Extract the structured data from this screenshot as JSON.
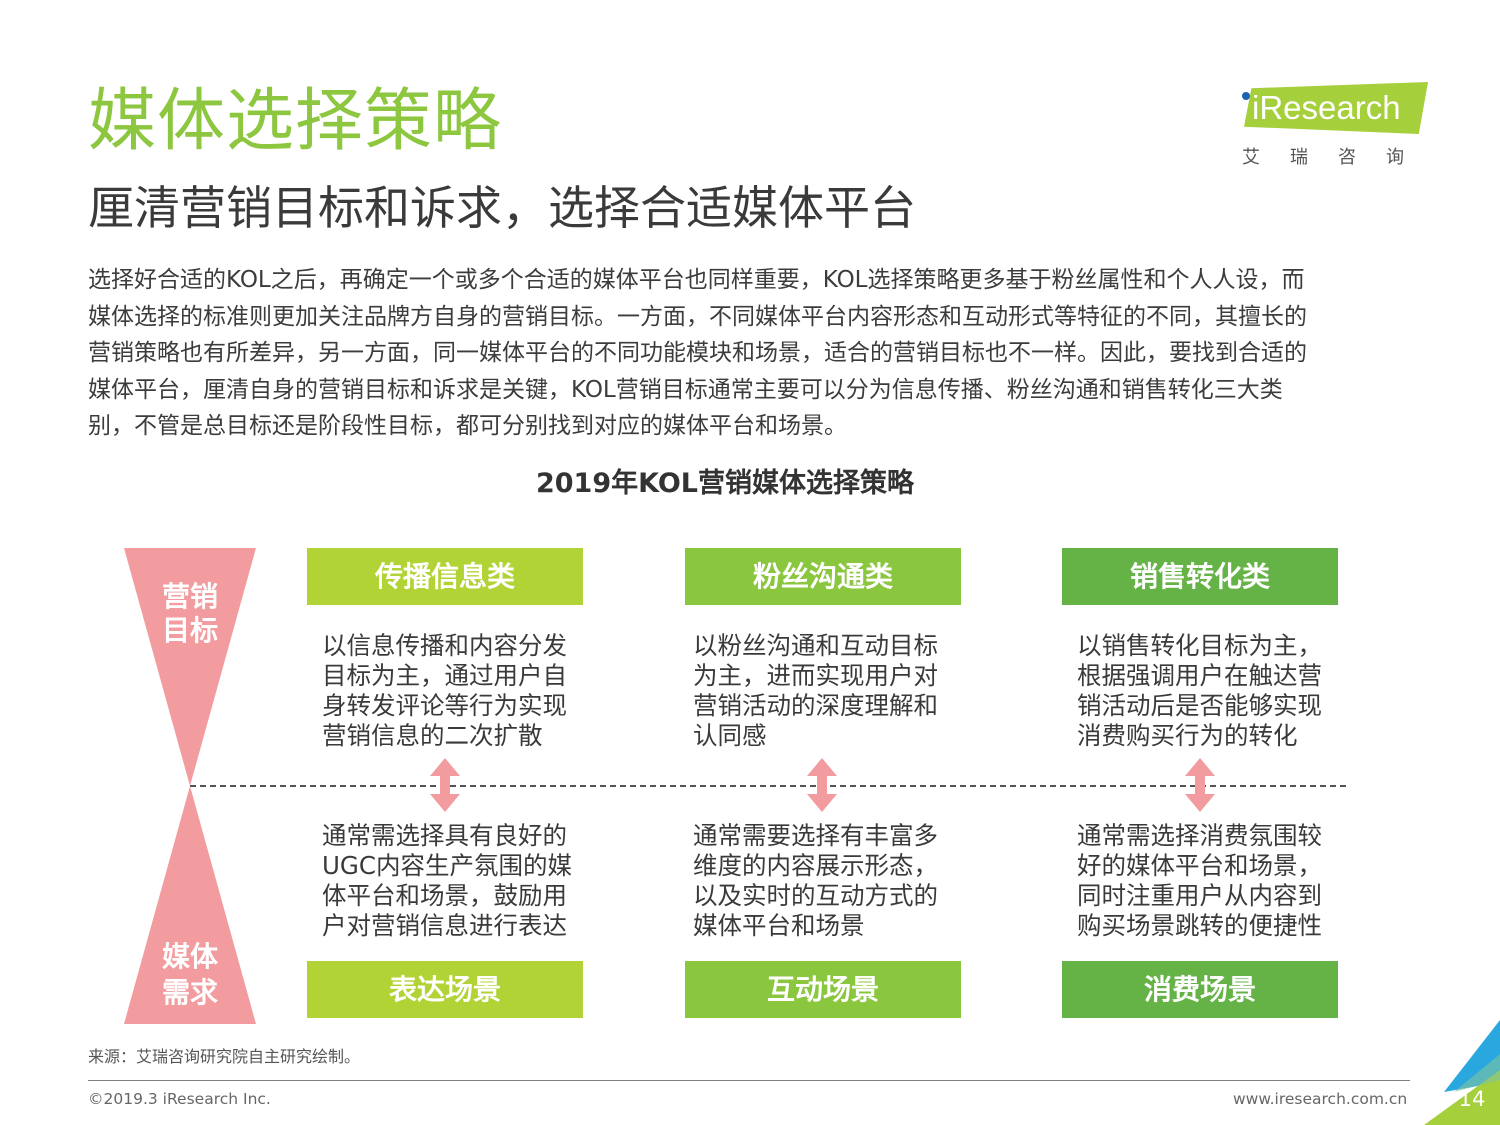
{
  "header": {
    "title": "媒体选择策略",
    "subtitle": "厘清营销目标和诉求，选择合适媒体平台"
  },
  "logo": {
    "text": "iResearch",
    "cn": "艾瑞咨询",
    "band_color": "#a5cf3b",
    "dot_color": "#1d63b0"
  },
  "intro_lines": [
    "选择好合适的KOL之后，再确定一个或多个合适的媒体平台也同样重要，KOL选择策略更多基于粉丝属性和个人人设，而",
    "媒体选择的标准则更加关注品牌方自身的营销目标。一方面，不同媒体平台内容形态和互动形式等特征的不同，其擅长的",
    "营销策略也有所差异，另一方面，同一媒体平台的不同功能模块和场景，适合的营销目标也不一样。因此，要找到合适的",
    "媒体平台，厘清自身的营销目标和诉求是关键，KOL营销目标通常主要可以分为信息传播、粉丝沟通和销售转化三大类",
    "别，不管是总目标还是阶段性目标，都可分别找到对应的媒体平台和场景。"
  ],
  "diagram": {
    "title": "2019年KOL营销媒体选择策略",
    "top_label": [
      "营销",
      "目标"
    ],
    "bottom_label": [
      "媒体",
      "需求"
    ],
    "hourglass_color": "#f29c9f",
    "columns": [
      {
        "goal": "传播信息类",
        "goal_desc": [
          "以信息传播和内容分发",
          "目标为主，通过用户自",
          "身转发评论等行为实现",
          "营销信息的二次扩散"
        ],
        "need_desc": [
          "通常需选择具有良好的",
          "UGC内容生产氛围的媒",
          "体平台和场景，鼓励用",
          "户对营销信息进行表达"
        ],
        "scene": "表达场景",
        "color": "#b1d335"
      },
      {
        "goal": "粉丝沟通类",
        "goal_desc": [
          "以粉丝沟通和互动目标",
          "为主，进而实现用户对",
          "营销活动的深度理解和",
          "认同感"
        ],
        "need_desc": [
          "通常需要选择有丰富多",
          "维度的内容展示形态，",
          "以及实时的互动方式的",
          "媒体平台和场景"
        ],
        "scene": "互动场景",
        "color": "#8bc63f"
      },
      {
        "goal": "销售转化类",
        "goal_desc": [
          "以销售转化目标为主，",
          "根据强调用户在触达营",
          "销活动后是否能够实现",
          "消费购买行为的转化"
        ],
        "need_desc": [
          "通常需选择消费氛围较",
          "好的媒体平台和场景，",
          "同时注重用户从内容到",
          "购买场景跳转的便捷性"
        ],
        "scene": "消费场景",
        "color": "#65b346"
      }
    ]
  },
  "footer": {
    "source": "来源：艾瑞咨询研究院自主研究绘制。",
    "copyright": "©2019.3 iResearch Inc.",
    "website": "www.iresearch.com.cn",
    "page": "14"
  }
}
